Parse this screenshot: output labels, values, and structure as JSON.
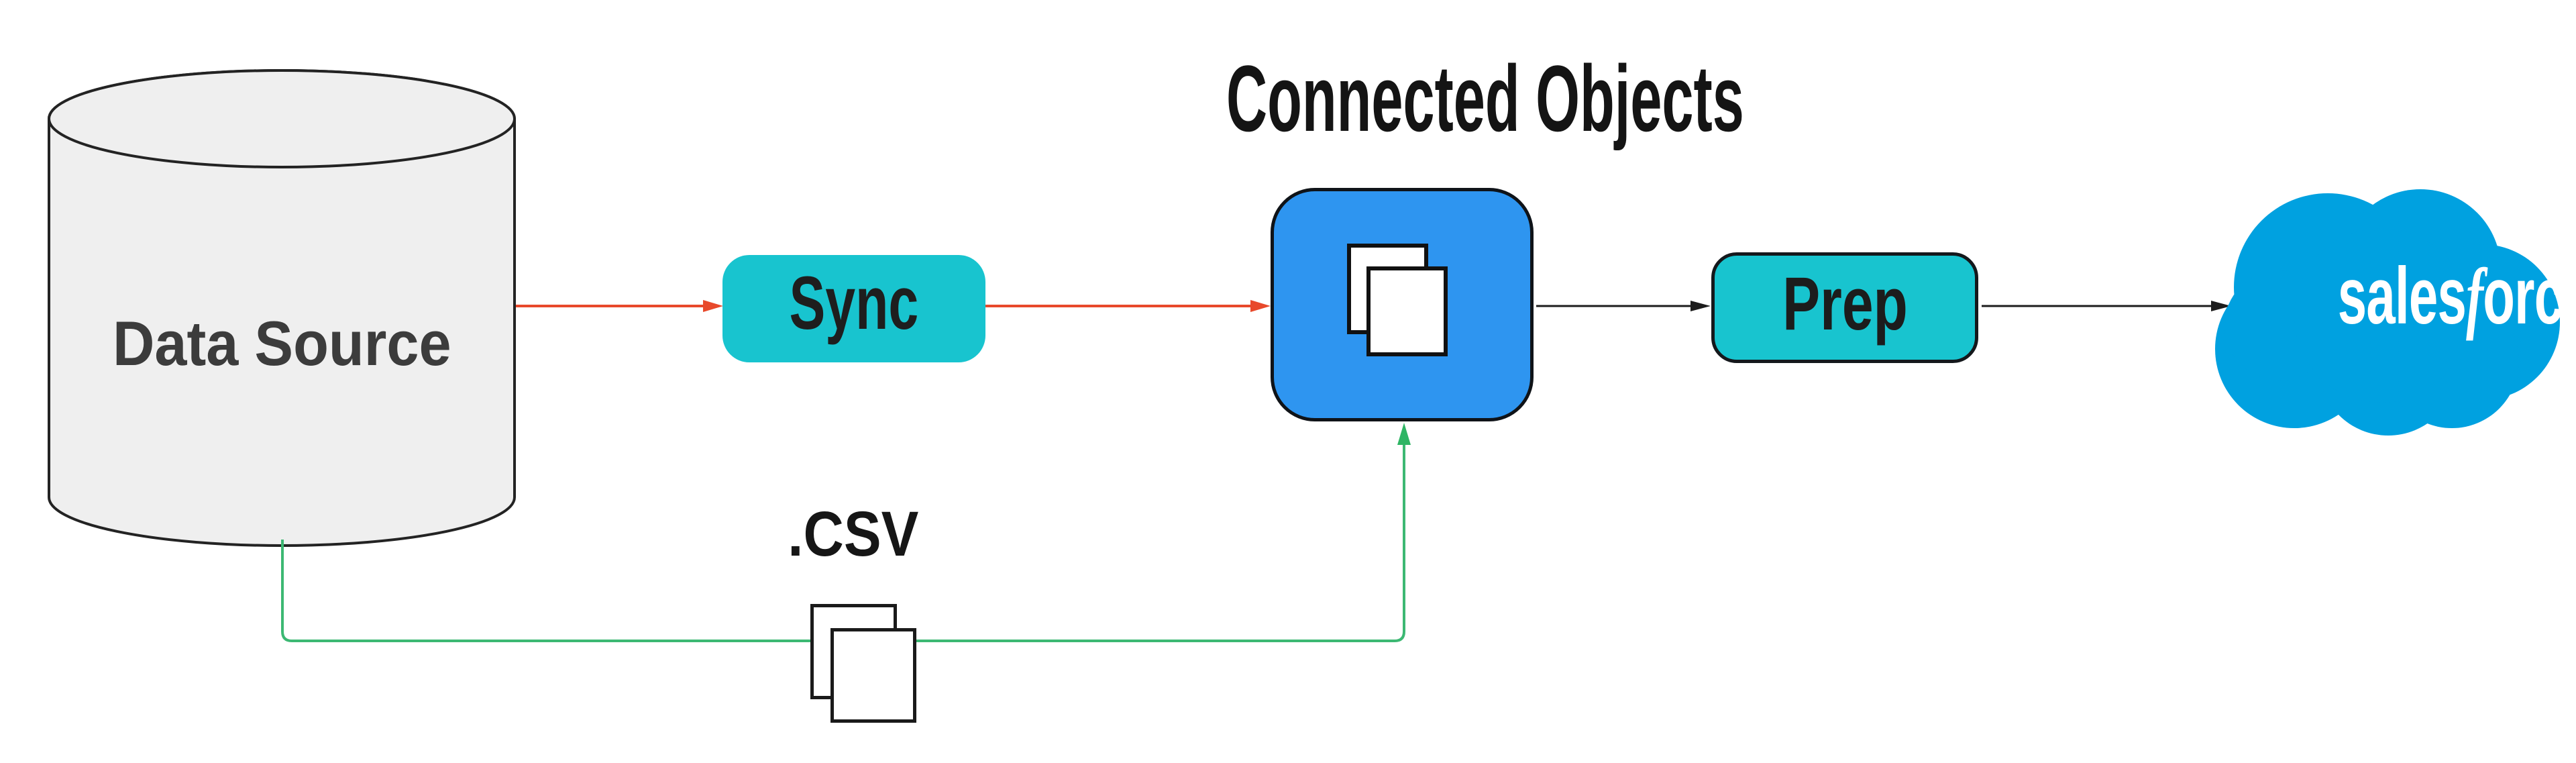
{
  "diagram": {
    "title": "Connected Objects",
    "nodes": {
      "data_source": {
        "label": "Data Source",
        "shape": "database-cylinder",
        "fill": "#efefef"
      },
      "sync": {
        "label": "Sync",
        "shape": "rounded-rect",
        "fill": "#18c4cf"
      },
      "connected_objects": {
        "icon": "documents-icon",
        "shape": "rounded-square",
        "fill": "#2e95f0"
      },
      "prep": {
        "label": "Prep",
        "shape": "rounded-rect",
        "fill": "#18c4cf"
      },
      "salesforce": {
        "label_part1": "sales",
        "label_part2": "f",
        "label_part3": "orce",
        "shape": "cloud-logo",
        "fill": "#00a1e0"
      }
    },
    "csv": {
      "label": ".CSV",
      "icon": "documents-icon"
    },
    "connectors": [
      {
        "from": "data_source",
        "to": "sync",
        "color": "#e8492b",
        "style": "arrow"
      },
      {
        "from": "sync",
        "to": "connected_objects",
        "color": "#e8492b",
        "style": "arrow"
      },
      {
        "from": "connected_objects",
        "to": "prep",
        "color": "#1c1c1c",
        "style": "arrow"
      },
      {
        "from": "prep",
        "to": "salesforce",
        "color": "#1c1c1c",
        "style": "arrow"
      },
      {
        "from": "data_source",
        "to": "connected_objects",
        "via": "csv",
        "color": "#3cb873",
        "style": "elbow-arrow-up"
      }
    ],
    "colors": {
      "teal": "#18c4cf",
      "blue": "#2e95f0",
      "salesforce_blue": "#00a1e0",
      "arrow_red": "#e8492b",
      "arrow_green": "#3cb873",
      "arrow_black": "#1c1c1c",
      "cylinder_fill": "#efefef",
      "outline": "#222222"
    }
  }
}
